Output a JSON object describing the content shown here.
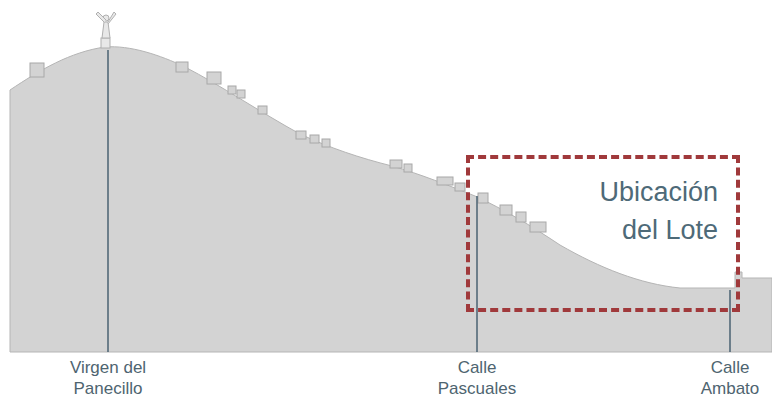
{
  "diagram": {
    "nodes": [
      {
        "text": [
          "Ubicación del Lote"
        ]
      }
    ],
    "labels": [
      "Virgen del Panecillo",
      "Calle Pascuales",
      "Calle Ambato"
    ]
  }
}
